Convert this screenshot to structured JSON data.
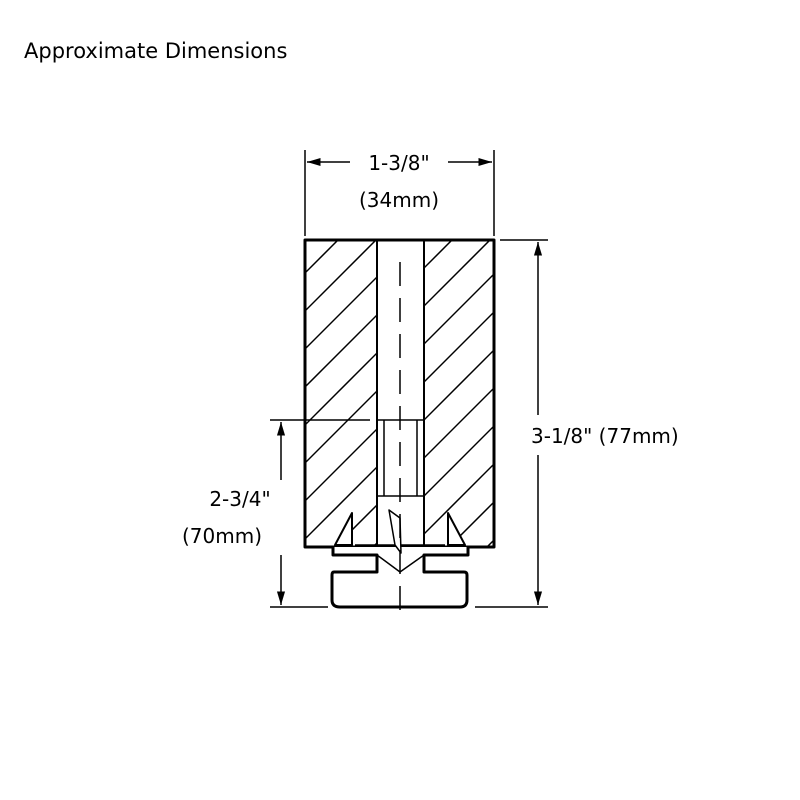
{
  "title": "Approximate Dimensions",
  "dimensions": {
    "width_in": "1-3/8\"",
    "width_mm": "(34mm)",
    "height_total": "3-1/8\" (77mm)",
    "height_partial_in": "2-3/4\"",
    "height_partial_mm": "(70mm)"
  }
}
